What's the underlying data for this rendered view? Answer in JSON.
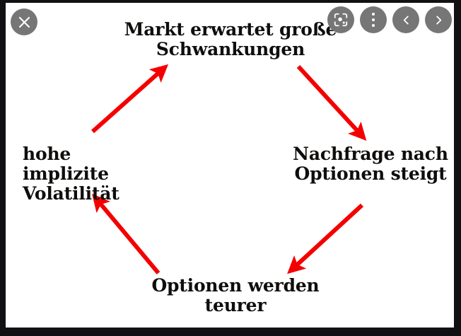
{
  "viewer": {
    "frame_color": "#111114",
    "canvas_color": "#ffffff",
    "button_color": "#767676",
    "controls": [
      {
        "name": "close-button",
        "icon": "close-icon",
        "label": "Schließen"
      },
      {
        "name": "lens-button",
        "icon": "google-lens-icon",
        "label": "Google Lens"
      },
      {
        "name": "more-button",
        "icon": "more-vertical-icon",
        "label": "Mehr"
      },
      {
        "name": "prev-button",
        "icon": "chevron-left-icon",
        "label": "Zurück"
      },
      {
        "name": "next-button",
        "icon": "chevron-right-icon",
        "label": "Weiter"
      }
    ]
  },
  "diagram": {
    "type": "cycle",
    "arrow_color": "#f40000",
    "text_color": "#100e0c",
    "nodes": [
      {
        "id": "top",
        "label": "Markt erwartet große\nSchwankungen"
      },
      {
        "id": "right",
        "label": "Nachfrage nach\nOptionen steigt"
      },
      {
        "id": "bottom",
        "label": "Optionen werden\nteurer"
      },
      {
        "id": "left",
        "label": "hohe implizite\nVolatilität"
      }
    ],
    "arrows": [
      {
        "from": "top",
        "to": "right"
      },
      {
        "from": "right",
        "to": "bottom"
      },
      {
        "from": "bottom",
        "to": "left"
      },
      {
        "from": "left",
        "to": "top"
      }
    ]
  }
}
